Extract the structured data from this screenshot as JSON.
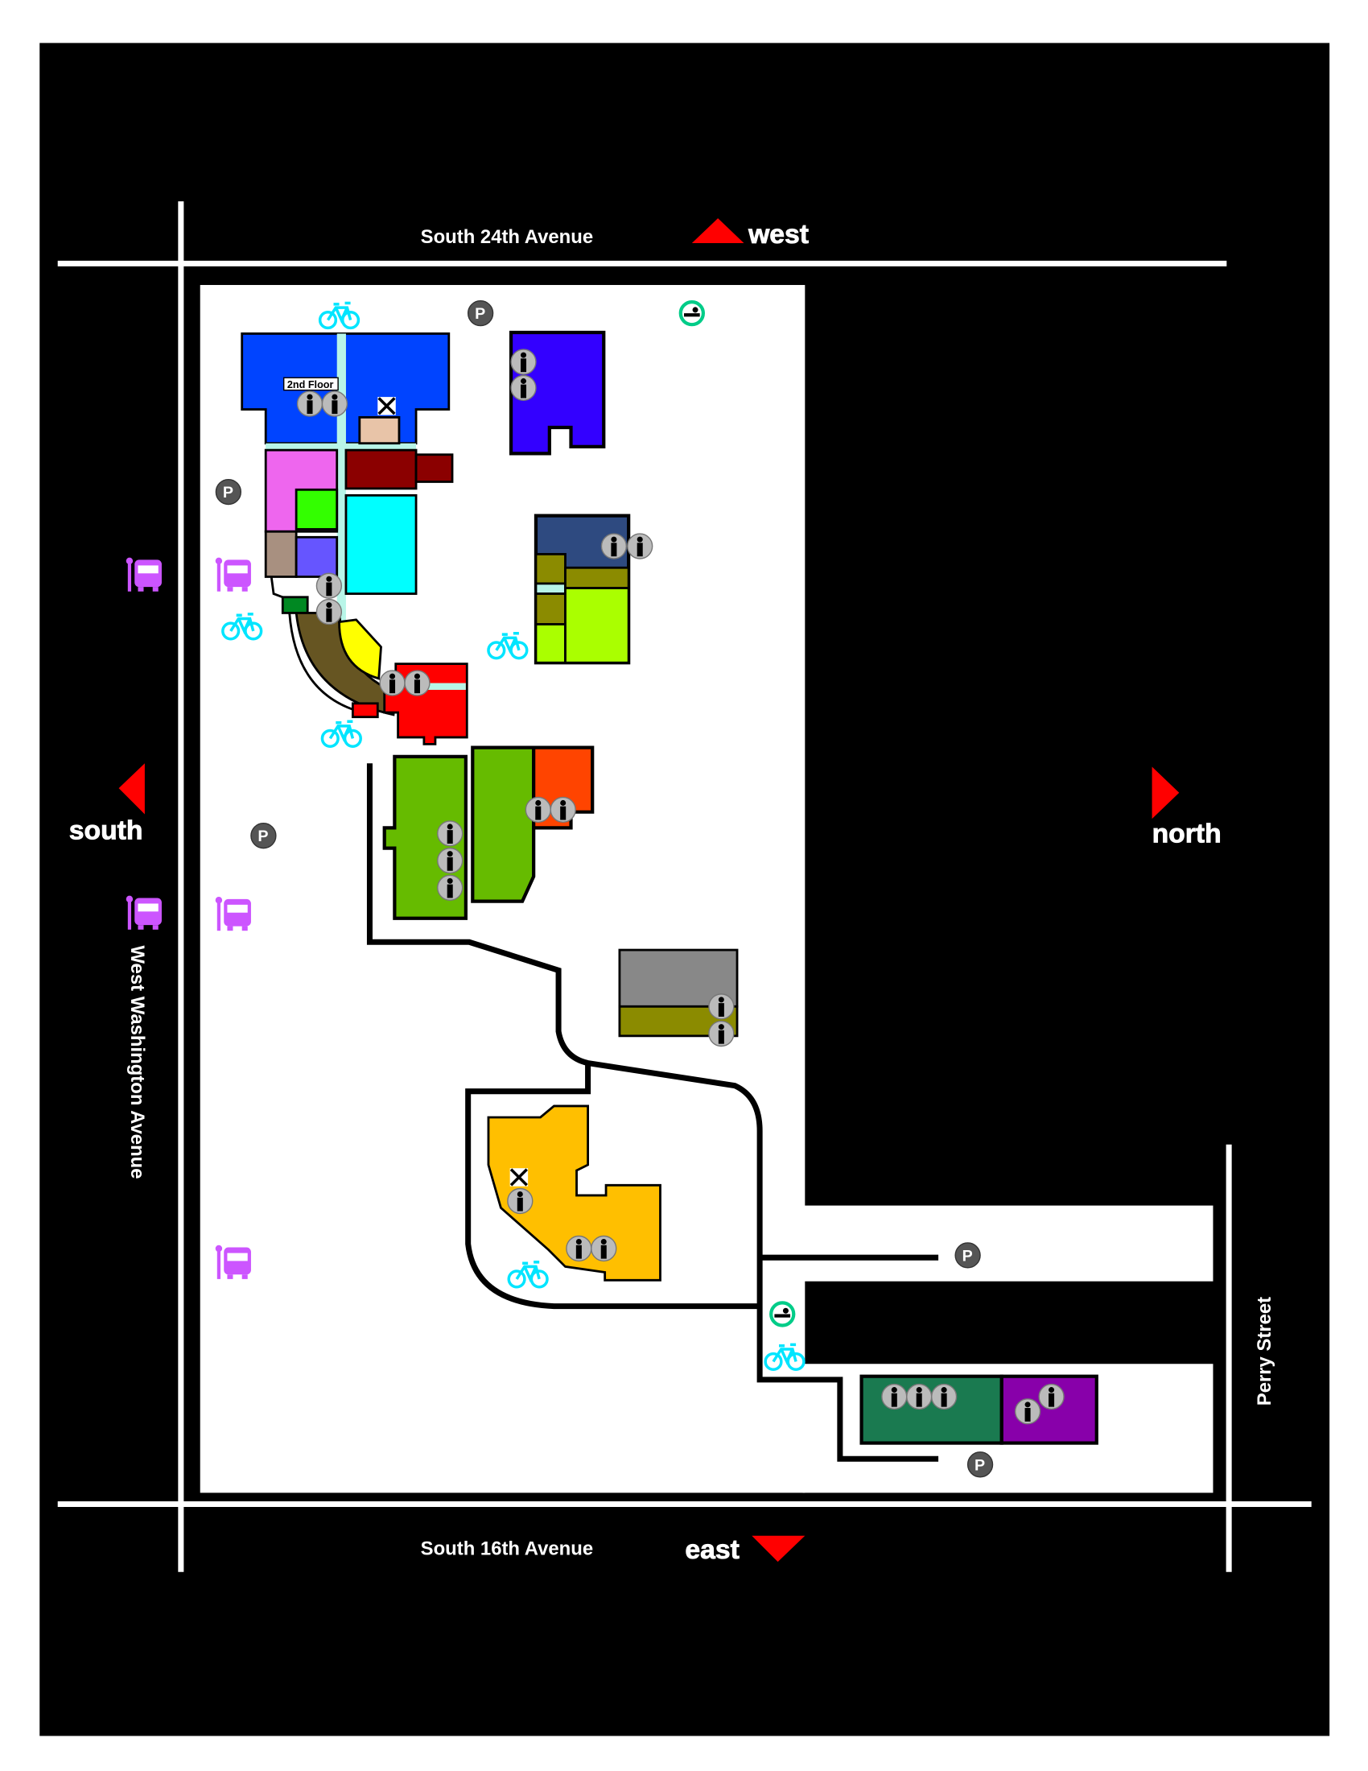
{
  "streets": {
    "north_edge": "South 24th Avenue",
    "south_edge": "South 16th Avenue",
    "left_edge": "West Washington Avenue",
    "right_edge": "Perry Street"
  },
  "compass": {
    "top": "west",
    "bottom": "east",
    "left": "south",
    "right": "north"
  },
  "building_labels": {
    "second_floor": "2nd Floor"
  },
  "colors": {
    "background": "#000000",
    "campus": "#ffffff",
    "arrow": "#ff0000",
    "bike": "#00e5ff",
    "bus": "#cc55ff",
    "no_smoking": "#00cc88"
  },
  "legend_icons": [
    "bike-rack-icon",
    "parking-icon",
    "bus-stop-icon",
    "no-smoking-icon",
    "restroom-icon",
    "elevator-icon"
  ]
}
